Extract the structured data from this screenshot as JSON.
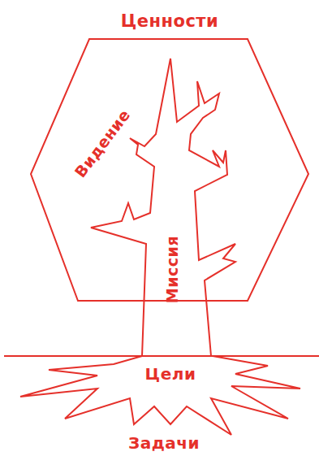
{
  "diagram": {
    "nodes": [
      {
        "text": [
          "Ценности",
          "Видение"
        ]
      }
    ],
    "labels": [
      "Миссия",
      "Цели",
      "Задачи"
    ]
  }
}
